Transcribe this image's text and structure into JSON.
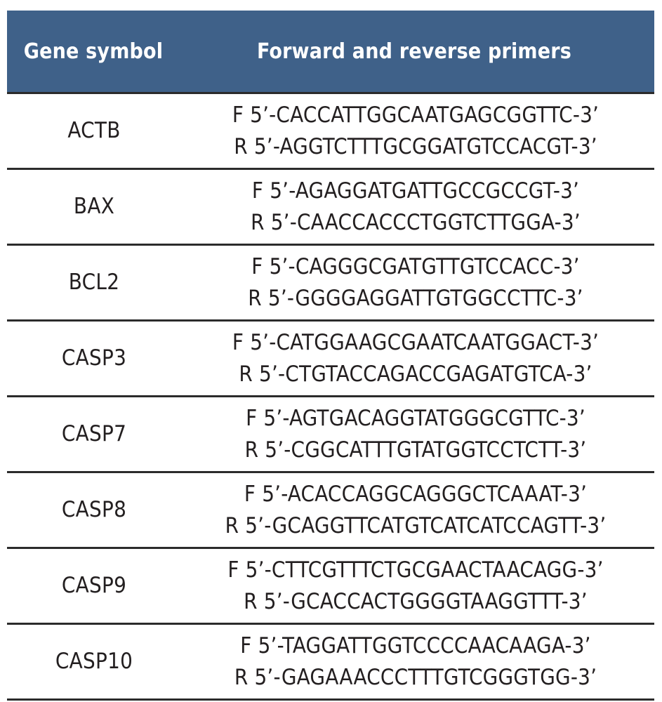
{
  "table": {
    "columns": [
      {
        "key": "gene_symbol",
        "label": "Gene symbol"
      },
      {
        "key": "primers",
        "label": "Forward and reverse primers"
      }
    ],
    "header_background": "#3F6189",
    "header_text_color": "#FFFFFF",
    "rule_color": "#2B2B2B",
    "body_text_color": "#231F20",
    "rows": [
      {
        "gene": "ACTB",
        "forward": "F 5’-CACCATTGGCAATGAGCGGTTC-3’",
        "reverse": "R 5’-AGGTCTTTGCGGATGTCCACGT-3’"
      },
      {
        "gene": "BAX",
        "forward": "F 5’-AGAGGATGATTGCCGCCGT-3’",
        "reverse": "R 5’-CAACCACCCTGGTCTTGGA-3’"
      },
      {
        "gene": "BCL2",
        "forward": "F 5’-CAGGGCGATGTTGTCCACC-3’",
        "reverse": "R 5’-GGGGAGGATTGTGGCCTTC-3’"
      },
      {
        "gene": "CASP3",
        "forward": "F 5’-CATGGAAGCGAATCAATGGACT-3’",
        "reverse": "R 5’-CTGTACCAGACCGAGATGTCA-3’"
      },
      {
        "gene": "CASP7",
        "forward": "F 5’-AGTGACAGGTATGGGCGTTC-3’",
        "reverse": "R 5’-CGGCATTTGTATGGTCCTCTT-3’"
      },
      {
        "gene": "CASP8",
        "forward": "F 5’-ACACCAGGCAGGGCTCAAAT-3’",
        "reverse": "R 5’-GCAGGTTCATGTCATCATCCAGTT-3’"
      },
      {
        "gene": "CASP9",
        "forward": "F 5’-CTTCGTTTCTGCGAACTAACAGG-3’",
        "reverse": "R 5’-GCACCACTGGGGTAAGGTTT-3’"
      },
      {
        "gene": "CASP10",
        "forward": "F 5’-TAGGATTGGTCCCCAACAAGA-3’",
        "reverse": "R 5’-GAGAAACCCTTTGTCGGGTGG-3’"
      }
    ]
  }
}
